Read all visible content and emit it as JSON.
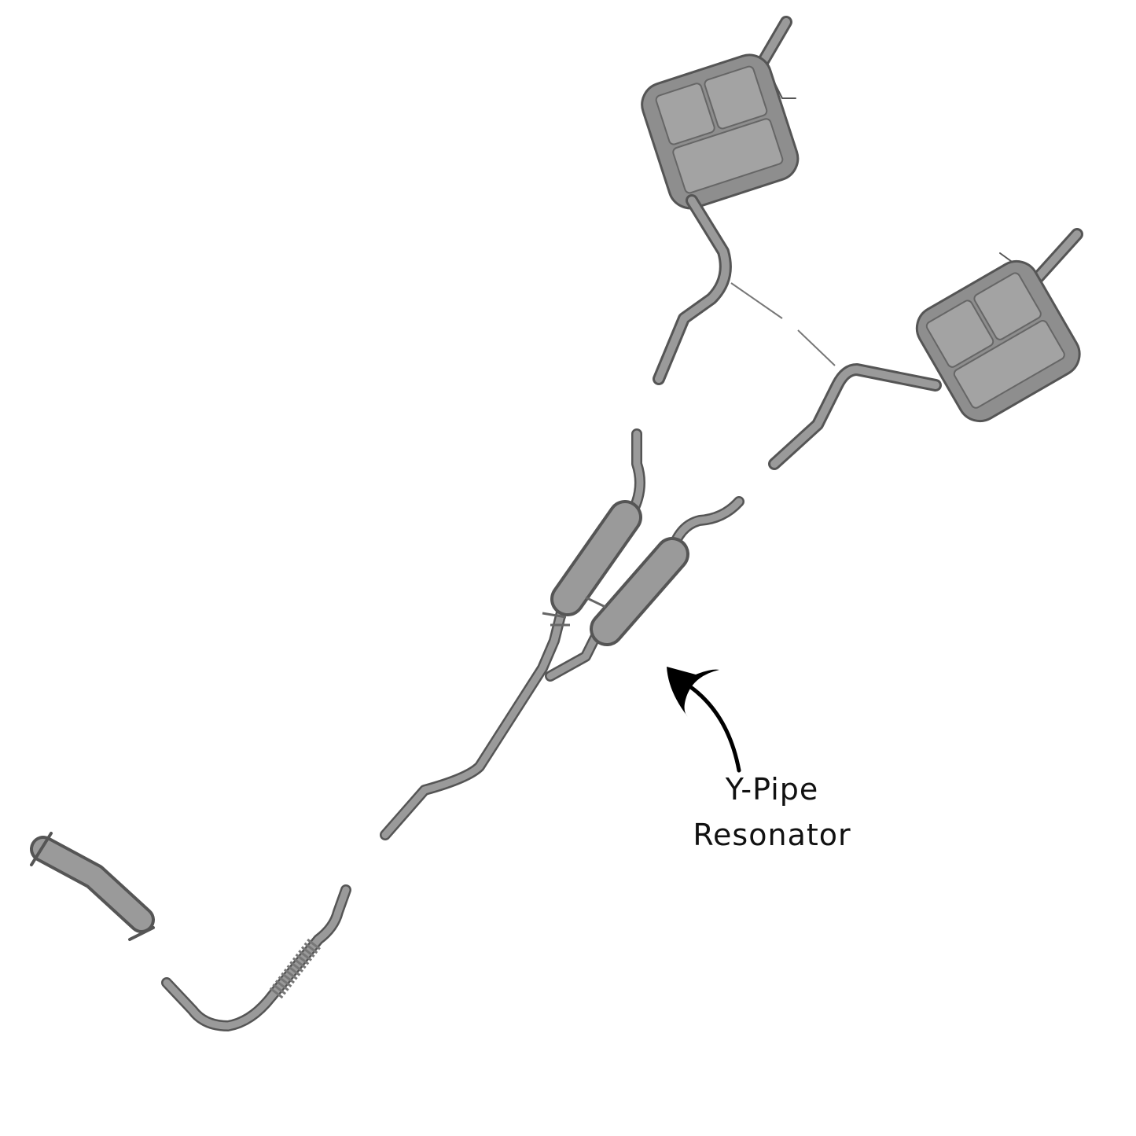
{
  "diagram": {
    "subject": "exhaust-system-exploded-view",
    "annotation": {
      "line1": "Y-Pipe",
      "line2": "Resonator"
    },
    "colors": {
      "pipe": "#9a9a9a",
      "pipe_outline": "#555555",
      "text": "#111111",
      "background": "#ffffff"
    }
  }
}
